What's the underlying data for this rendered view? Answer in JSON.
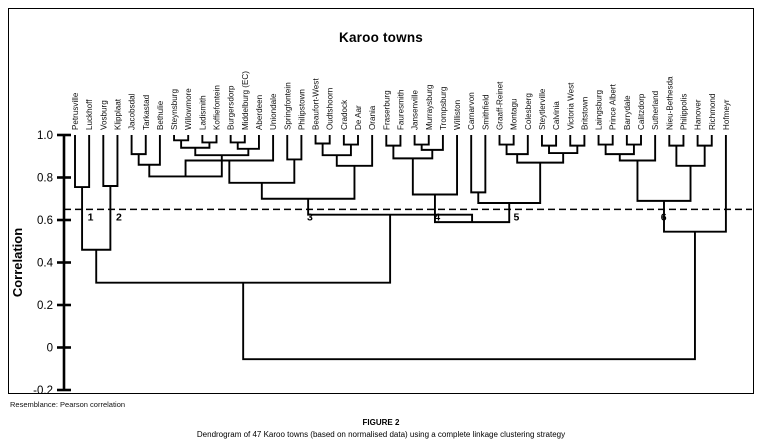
{
  "figure": {
    "chart_title": "Karoo towns",
    "resemblance_note": "Resemblance: Pearson correlation",
    "figure_label": "FIGURE 2",
    "figure_caption": "Dendrogram of 47 Karoo towns (based on normalised data) using a complete linkage clustering strategy"
  },
  "chart_data": {
    "type": "dendrogram",
    "title": "Karoo towns",
    "xlabel": "",
    "ylabel": "Correlation",
    "ylim": [
      -0.2,
      1.0
    ],
    "grid": false,
    "legend": "none",
    "tick_labels": [
      "1.0",
      "0.8",
      "0.6",
      "0.4",
      "0.2",
      "0",
      "-0.2"
    ],
    "tick_values": [
      1.0,
      0.8,
      0.6,
      0.4,
      0.2,
      0,
      -0.2
    ],
    "cut_value": 0.65,
    "linkage": "complete",
    "similarity": "Pearson correlation",
    "n_leaves": 47,
    "leaves": [
      "Petrusville",
      "Luckhoff",
      "Vosburg",
      "Klipplaat",
      "Jacobsdal",
      "Tarkastad",
      "Bethulie",
      "Steynsburg",
      "Willowmore",
      "Ladismith",
      "Koffiefontein",
      "Burgersdorp",
      "Middelburg (EC)",
      "Aberdeen",
      "Uniondale",
      "Springfontein",
      "Philipstown",
      "Beaufort-West",
      "Oudtshoorn",
      "Cradock",
      "De Aar",
      "Orania",
      "Fraserburg",
      "Fauresmith",
      "Jansenville",
      "Murraysburg",
      "Trompsburg",
      "Williston",
      "Carnarvon",
      "Smithfield",
      "Graaff-Reinet",
      "Montagu",
      "Colesberg",
      "Steytlerville",
      "Calvinia",
      "Victoria West",
      "Britstown",
      "Laingsburg",
      "Prince Albert",
      "Barrydale",
      "Calitzdorp",
      "Sutherland",
      "Nieu-Bethesda",
      "Philippolis",
      "Hanover",
      "Richmond",
      "Hofmeyr"
    ],
    "cluster_numbers": [
      "1",
      "2",
      "3",
      "4",
      "5",
      "6"
    ],
    "cluster_number_leaf_anchor": [
      1.1,
      3.1,
      16.6,
      25.6,
      31.2,
      41.6
    ],
    "merges": [
      {
        "id": "m1",
        "a": {
          "leaf": 0
        },
        "b": {
          "leaf": 1
        },
        "h": 0.755
      },
      {
        "id": "m2",
        "a": {
          "leaf": 2
        },
        "b": {
          "leaf": 3
        },
        "h": 0.76
      },
      {
        "id": "m3",
        "a": {
          "leaf": 4
        },
        "b": {
          "leaf": 5
        },
        "h": 0.91
      },
      {
        "id": "m4",
        "a": {
          "node": "m3"
        },
        "b": {
          "leaf": 6
        },
        "h": 0.86
      },
      {
        "id": "m5",
        "a": {
          "leaf": 7
        },
        "b": {
          "leaf": 8
        },
        "h": 0.975
      },
      {
        "id": "m6",
        "a": {
          "leaf": 9
        },
        "b": {
          "leaf": 10
        },
        "h": 0.965
      },
      {
        "id": "m7",
        "a": {
          "node": "m5"
        },
        "b": {
          "node": "m6"
        },
        "h": 0.94
      },
      {
        "id": "m8",
        "a": {
          "leaf": 11
        },
        "b": {
          "leaf": 12
        },
        "h": 0.965
      },
      {
        "id": "m9",
        "a": {
          "node": "m8"
        },
        "b": {
          "leaf": 13
        },
        "h": 0.935
      },
      {
        "id": "m10",
        "a": {
          "node": "m7"
        },
        "b": {
          "node": "m9"
        },
        "h": 0.905
      },
      {
        "id": "m11",
        "a": {
          "node": "m4"
        },
        "b": {
          "node": "m10"
        },
        "h": 0.805
      },
      {
        "id": "m12",
        "a": {
          "node": "m11"
        },
        "b": {
          "leaf": 14
        },
        "h": 0.88
      },
      {
        "id": "m13",
        "a": {
          "leaf": 15
        },
        "b": {
          "leaf": 16
        },
        "h": 0.885
      },
      {
        "id": "m14",
        "a": {
          "node": "m12"
        },
        "b": {
          "node": "m13"
        },
        "h": 0.775
      },
      {
        "id": "m15",
        "a": {
          "leaf": 17
        },
        "b": {
          "leaf": 18
        },
        "h": 0.96
      },
      {
        "id": "m16",
        "a": {
          "leaf": 19
        },
        "b": {
          "leaf": 20
        },
        "h": 0.955
      },
      {
        "id": "m17",
        "a": {
          "node": "m15"
        },
        "b": {
          "node": "m16"
        },
        "h": 0.905
      },
      {
        "id": "m18",
        "a": {
          "node": "m17"
        },
        "b": {
          "leaf": 21
        },
        "h": 0.855
      },
      {
        "id": "m19",
        "a": {
          "node": "m14"
        },
        "b": {
          "node": "m18"
        },
        "h": 0.7
      },
      {
        "id": "m20",
        "a": {
          "leaf": 22
        },
        "b": {
          "leaf": 23
        },
        "h": 0.95
      },
      {
        "id": "m21",
        "a": {
          "leaf": 24
        },
        "b": {
          "leaf": 25
        },
        "h": 0.955
      },
      {
        "id": "m22",
        "a": {
          "node": "m21"
        },
        "b": {
          "leaf": 26
        },
        "h": 0.93
      },
      {
        "id": "m23",
        "a": {
          "node": "m20"
        },
        "b": {
          "node": "m22"
        },
        "h": 0.89
      },
      {
        "id": "m24",
        "a": {
          "node": "m23"
        },
        "b": {
          "leaf": 27
        },
        "h": 0.72
      },
      {
        "id": "m25",
        "a": {
          "leaf": 28
        },
        "b": {
          "leaf": 29
        },
        "h": 0.73
      },
      {
        "id": "m26",
        "a": {
          "leaf": 30
        },
        "b": {
          "leaf": 31
        },
        "h": 0.955
      },
      {
        "id": "m27",
        "a": {
          "node": "m26"
        },
        "b": {
          "leaf": 32
        },
        "h": 0.91
      },
      {
        "id": "m28",
        "a": {
          "leaf": 33
        },
        "b": {
          "leaf": 34
        },
        "h": 0.95
      },
      {
        "id": "m29",
        "a": {
          "leaf": 35
        },
        "b": {
          "leaf": 36
        },
        "h": 0.95
      },
      {
        "id": "m30",
        "a": {
          "node": "m28"
        },
        "b": {
          "node": "m29"
        },
        "h": 0.915
      },
      {
        "id": "m31",
        "a": {
          "node": "m27"
        },
        "b": {
          "node": "m30"
        },
        "h": 0.87
      },
      {
        "id": "m32",
        "a": {
          "node": "m25"
        },
        "b": {
          "node": "m31"
        },
        "h": 0.68
      },
      {
        "id": "m33",
        "a": {
          "node": "m24"
        },
        "b": {
          "node": "m32"
        },
        "h": 0.59
      },
      {
        "id": "m34",
        "a": {
          "node": "m19"
        },
        "b": {
          "node": "m33"
        },
        "h": 0.625
      },
      {
        "id": "m35",
        "a": {
          "leaf": 37
        },
        "b": {
          "leaf": 38
        },
        "h": 0.955
      },
      {
        "id": "m36",
        "a": {
          "leaf": 39
        },
        "b": {
          "leaf": 40
        },
        "h": 0.955
      },
      {
        "id": "m37",
        "a": {
          "node": "m35"
        },
        "b": {
          "node": "m36"
        },
        "h": 0.91
      },
      {
        "id": "m38",
        "a": {
          "node": "m37"
        },
        "b": {
          "leaf": 41
        },
        "h": 0.88
      },
      {
        "id": "m39",
        "a": {
          "leaf": 42
        },
        "b": {
          "leaf": 43
        },
        "h": 0.95
      },
      {
        "id": "m40",
        "a": {
          "leaf": 44
        },
        "b": {
          "leaf": 45
        },
        "h": 0.95
      },
      {
        "id": "m41",
        "a": {
          "node": "m39"
        },
        "b": {
          "node": "m40"
        },
        "h": 0.855
      },
      {
        "id": "m42",
        "a": {
          "node": "m38"
        },
        "b": {
          "node": "m41"
        },
        "h": 0.69
      },
      {
        "id": "m43",
        "a": {
          "node": "m42"
        },
        "b": {
          "leaf": 46
        },
        "h": 0.545
      },
      {
        "id": "m44",
        "a": {
          "node": "m1"
        },
        "b": {
          "node": "m2"
        },
        "h": 0.46
      },
      {
        "id": "m45",
        "a": {
          "node": "m44"
        },
        "b": {
          "node": "m34"
        },
        "h": 0.305
      },
      {
        "id": "m46",
        "a": {
          "node": "m45"
        },
        "b": {
          "node": "m43"
        },
        "h": -0.055
      }
    ]
  }
}
